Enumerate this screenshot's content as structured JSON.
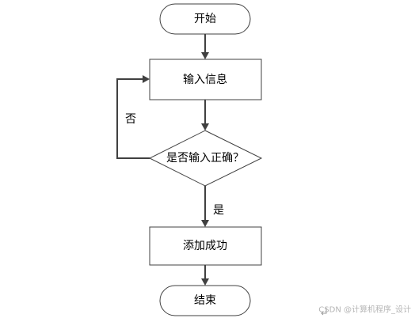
{
  "diagram": {
    "nodes": {
      "start": "开始",
      "input": "输入信息",
      "check": "是否输入正确？",
      "success": "添加成功",
      "end": "结束"
    },
    "edges": {
      "no_label": "否",
      "yes_label": "是"
    },
    "colors": {
      "stroke": "#404040",
      "fill": "#ffffff",
      "text": "#000000"
    }
  },
  "watermark": "CSDN @计算机程序_设计"
}
